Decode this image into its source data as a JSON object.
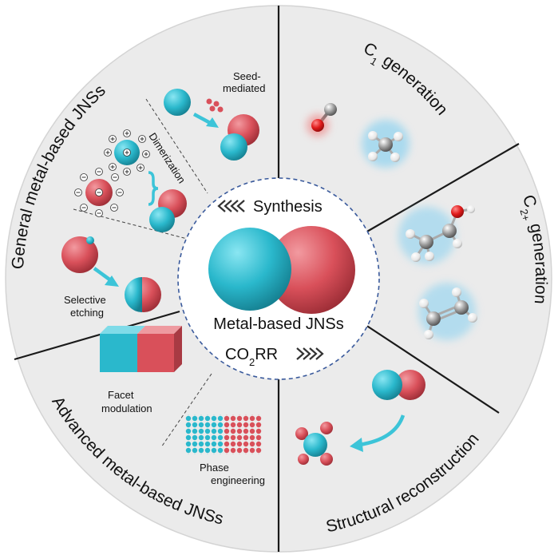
{
  "center": {
    "synthesis": "Synthesis",
    "title": "Metal-based JNSs",
    "co2rr_main": "CO",
    "co2rr_sub": "2",
    "co2rr_end": "RR"
  },
  "sectors": {
    "general": "General metal-based JNSs",
    "advanced": "Advanced metal-based JNSs",
    "c1": {
      "main": "C",
      "sub": "1",
      "rest": " generation"
    },
    "c2": {
      "main": "C",
      "sub": "2+",
      "rest": " generation"
    },
    "structural": "Structural reconstruction"
  },
  "methods": {
    "seed_line1": "Seed-",
    "seed_line2": "mediated",
    "dimerization": "Dimerization",
    "etch_line1": "Selective",
    "etch_line2": "etching",
    "facet_line1": "Facet",
    "facet_line2": "modulation",
    "phase_line1": "Phase",
    "phase_line2": "engineering"
  },
  "colors": {
    "teal": "#2ab8cc",
    "red": "#d9505a",
    "sector_bg": "#e9e9e9",
    "arrow": "#3cc4d8",
    "glow": "#8fd3f0"
  }
}
